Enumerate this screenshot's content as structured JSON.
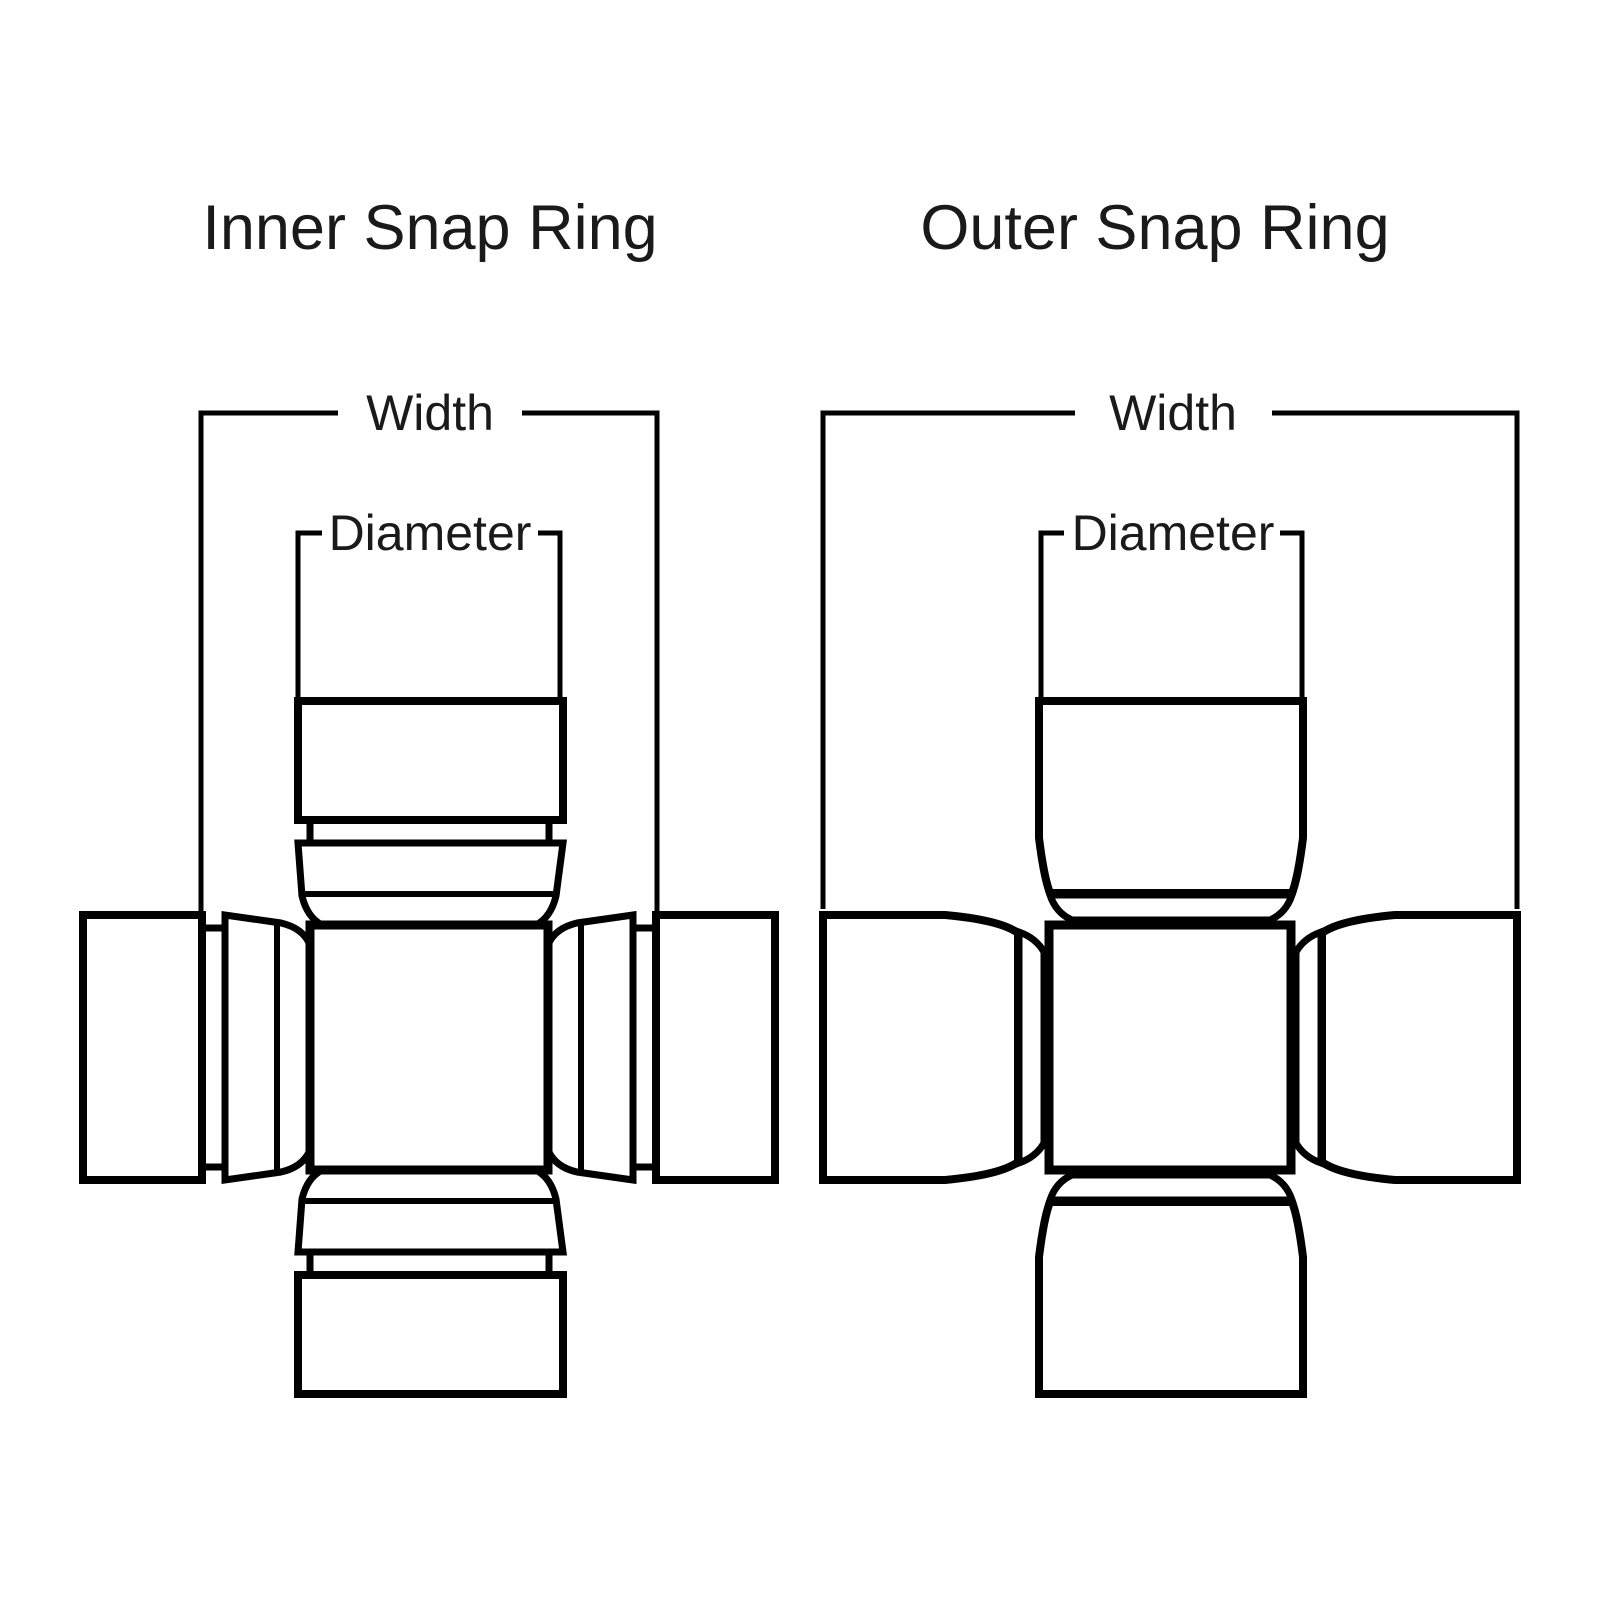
{
  "colors": {
    "background": "#ffffff",
    "line": "#000000",
    "text": "#1a1a1a"
  },
  "diagrams": [
    {
      "id": "inner-snap-ring",
      "title": "Inner Snap Ring",
      "width_label": "Width",
      "diameter_label": "Diameter"
    },
    {
      "id": "outer-snap-ring",
      "title": "Outer Snap Ring",
      "width_label": "Width",
      "diameter_label": "Diameter"
    }
  ]
}
